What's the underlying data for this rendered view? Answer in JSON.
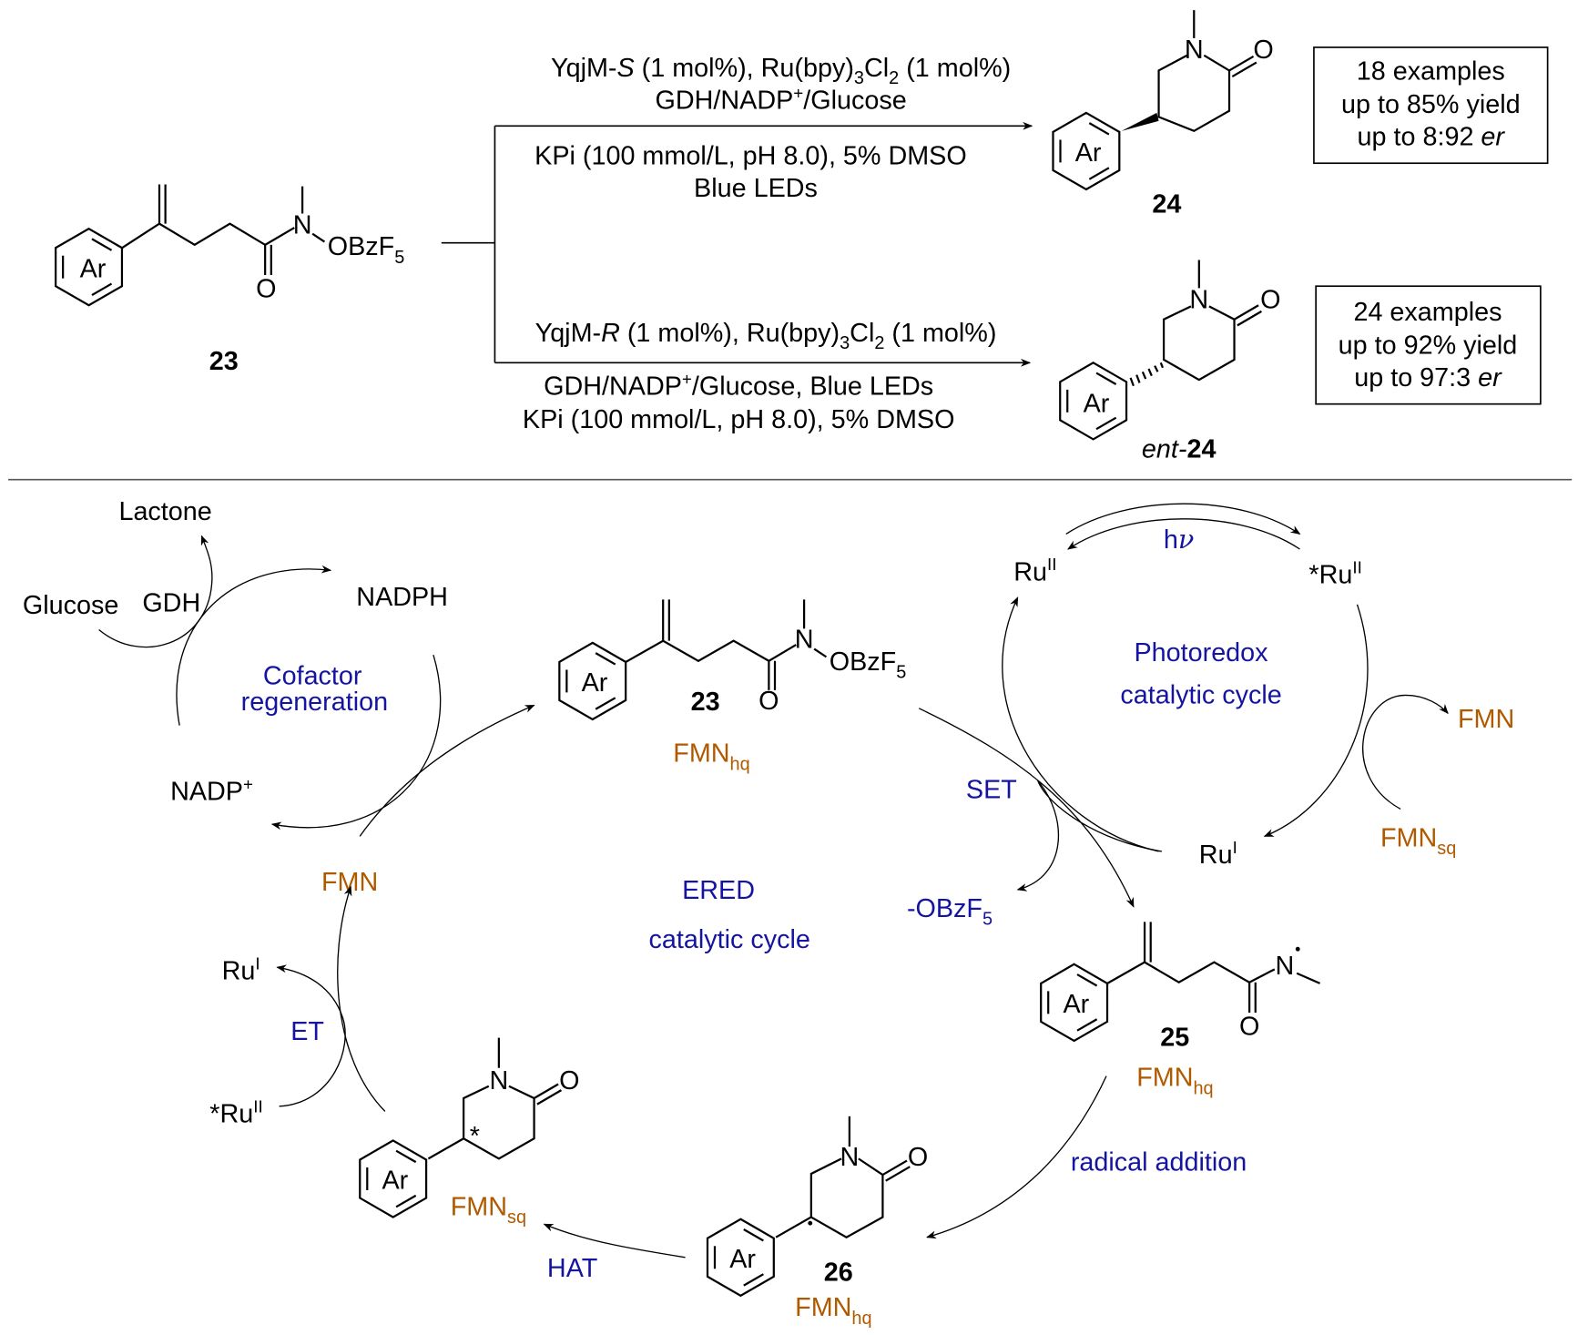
{
  "top": {
    "compound_23": {
      "ar": "Ar",
      "n": "N",
      "o": "O",
      "obz": "OBzF",
      "obz_sub": "5",
      "label": "23"
    },
    "route_S": {
      "l1a": "YqjM-",
      "l1b": "S",
      "l1c": " (1 mol%), Ru(bpy)",
      "l1d": "3",
      "l1e": "Cl",
      "l1f": "2",
      "l1g": " (1 mol%)",
      "l2a": "GDH/NADP",
      "l2b": "+",
      "l2c": "/Glucose",
      "l3": "KPi (100 mmol/L, pH 8.0), 5% DMSO",
      "l4": "Blue LEDs"
    },
    "route_R": {
      "l1a": "YqjM-",
      "l1b": "R",
      "l1c": " (1 mol%), Ru(bpy)",
      "l1d": "3",
      "l1e": "Cl",
      "l1f": "2",
      "l1g": " (1 mol%)",
      "l2a": "GDH/NADP",
      "l2b": "+",
      "l2c": "/Glucose,  Blue LEDs",
      "l3": "KPi (100 mmol/L, pH 8.0), 5% DMSO"
    },
    "product_24": {
      "ar": "Ar",
      "n": "N",
      "o": "O",
      "label": "24"
    },
    "product_ent24": {
      "ar": "Ar",
      "n": "N",
      "o": "O",
      "label_prefix": "ent-",
      "label": "24"
    },
    "box_S": {
      "l1": "18 examples",
      "l2": "up to 85% yield",
      "l3a": "up to 8:92 ",
      "l3b": "er"
    },
    "box_R": {
      "l1": "24 examples",
      "l2": "up to 92% yield",
      "l3a": "up to 97:3 ",
      "l3b": "er"
    }
  },
  "cofactor": {
    "lactone": "Lactone",
    "glucose": "Glucose",
    "gdh": "GDH",
    "nadph": "NADPH",
    "title1": "Cofactor",
    "title2": "regeneration",
    "nadp": "NADP",
    "nadp_sup": "+",
    "fmn": "FMN"
  },
  "ered": {
    "c23": {
      "ar": "Ar",
      "n": "N",
      "o": "O",
      "obz": "OBzF",
      "obz_sub": "5",
      "label": "23",
      "fmn": "FMN",
      "fmn_sub": "hq"
    },
    "title1": "ERED",
    "title2": "catalytic cycle",
    "set": "SET",
    "obz_leave": "-OBzF",
    "obz_leave_sub": "5",
    "c25": {
      "ar": "Ar",
      "n": "N",
      "o": "O",
      "label": "25",
      "fmn": "FMN",
      "fmn_sub": "hq"
    },
    "radical_addition": "radical addition",
    "c26": {
      "ar": "Ar",
      "n": "N",
      "o": "O",
      "label": "26",
      "fmn": "FMN",
      "fmn_sub": "hq"
    },
    "hat": "HAT",
    "fmnsq": "FMN",
    "fmnsq_sub": "sq",
    "c_star": {
      "ar": "Ar",
      "n": "N",
      "o": "O",
      "star": "*"
    },
    "et": "ET",
    "ru1": "Ru",
    "ru1_sup": "I",
    "ru2": "*Ru",
    "ru2_sup": "II"
  },
  "photoredox": {
    "ru2": "Ru",
    "ru2_sup": "II",
    "ru2_star": "*Ru",
    "ru2_star_sup": "II",
    "hv_h": "h",
    "hv_nu": "ν",
    "title1": "Photoredox",
    "title2": "catalytic cycle",
    "fmn": "FMN",
    "fmnsq": "FMN",
    "fmnsq_sub": "sq",
    "ru1": "Ru",
    "ru1_sup": "I"
  },
  "colors": {
    "blue": "#1414a0",
    "orange": "#b05a00"
  }
}
